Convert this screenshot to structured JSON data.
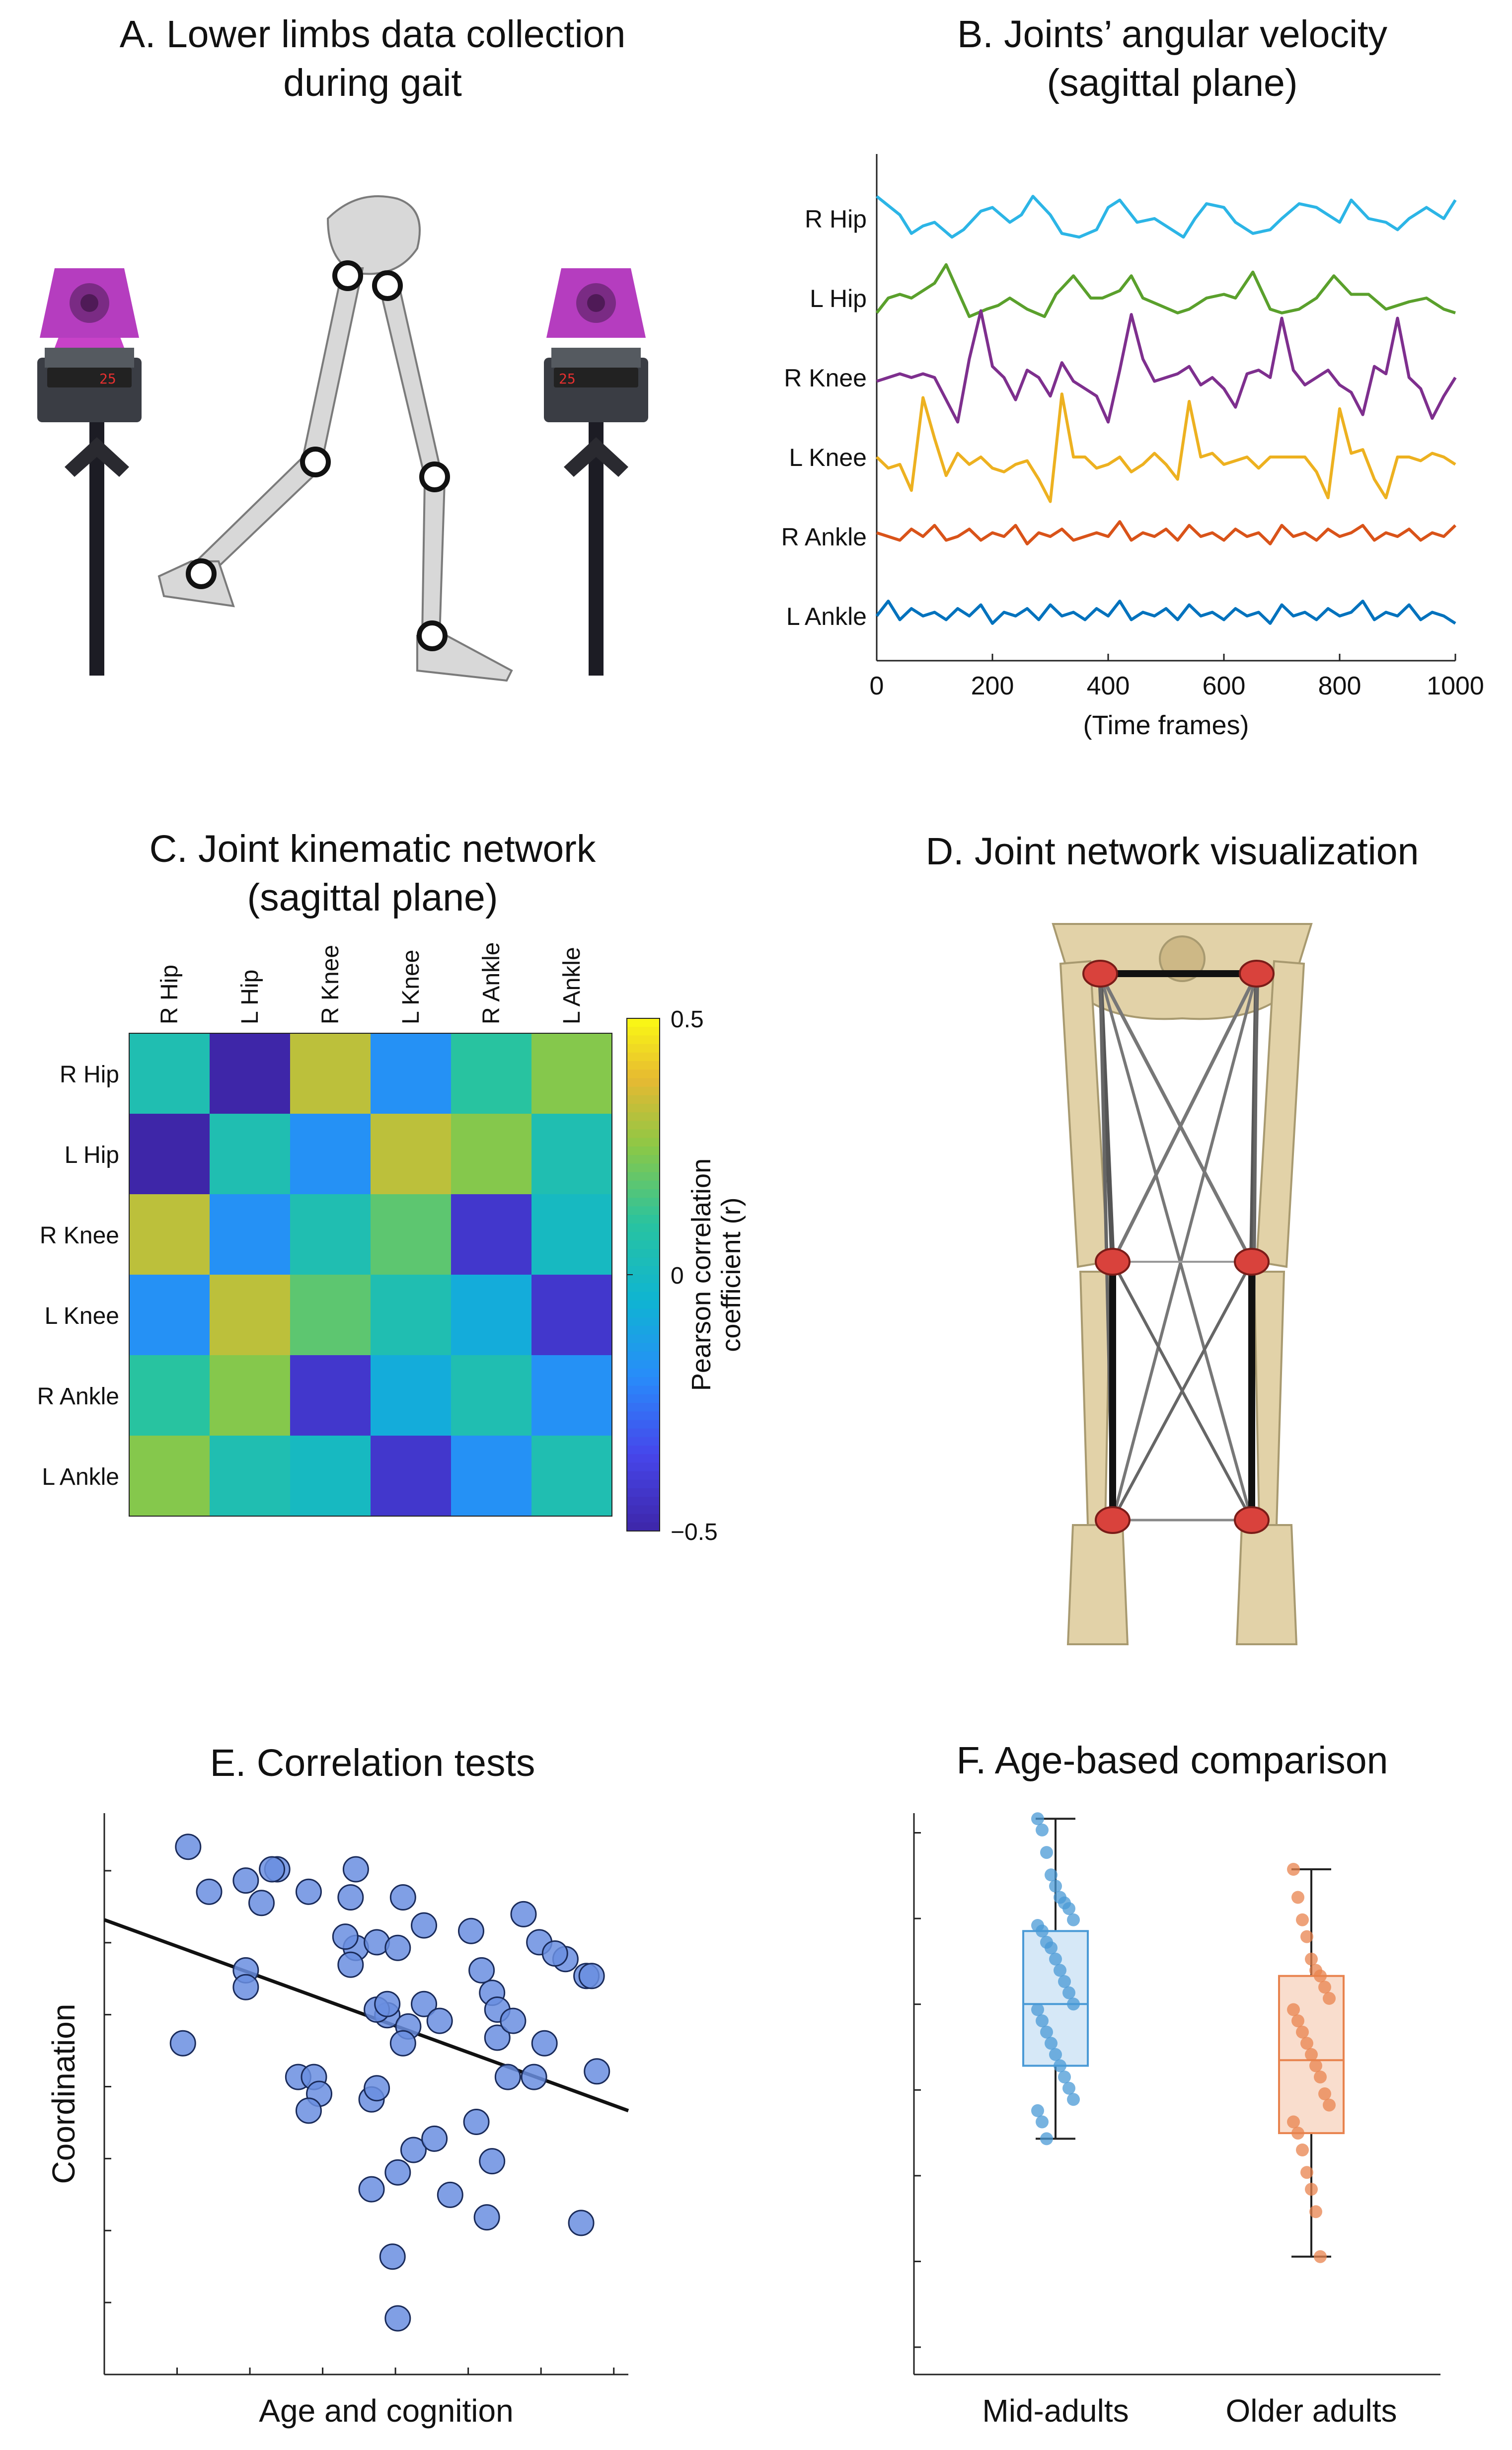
{
  "panels": {
    "a": {
      "title_line1": "A. Lower limbs data collection",
      "title_line2": "during gait",
      "camera_display": "25"
    },
    "b": {
      "title_line1": "B. Joints’ angular velocity",
      "title_line2": "(sagittal plane)"
    },
    "c": {
      "title_line1": "C. Joint kinematic network",
      "title_line2": "(sagittal plane)"
    },
    "d": {
      "title": "D. Joint network visualization"
    },
    "e": {
      "title": "E. Correlation tests"
    },
    "f": {
      "title": "F. Age-based comparison"
    }
  },
  "colors": {
    "r_hip": "#2cb5e6",
    "l_hip": "#5aa02c",
    "r_knee": "#7e2f8e",
    "l_knee": "#edb120",
    "r_ankle": "#d95319",
    "l_ankle": "#0072bd",
    "scatter_fill": "#6a8ee0",
    "mid_adults": "#4a9ad6",
    "older_adults": "#e8834e",
    "joint_node": "#d9423c",
    "bone": "#e2d2a8"
  },
  "chart_data": [
    {
      "id": "angular_velocity",
      "type": "line",
      "title": "B. Joints’ angular velocity (sagittal plane)",
      "xlabel": "(Time frames)",
      "xlim": [
        0,
        1000
      ],
      "xticks": [
        0,
        200,
        400,
        600,
        800,
        1000
      ],
      "series": [
        {
          "name": "R Hip",
          "color": "#2cb5e6",
          "x": [
            0,
            40,
            60,
            80,
            100,
            130,
            150,
            180,
            200,
            230,
            250,
            270,
            300,
            320,
            350,
            380,
            400,
            420,
            450,
            480,
            500,
            530,
            550,
            570,
            600,
            620,
            650,
            680,
            700,
            730,
            760,
            790,
            800,
            820,
            850,
            880,
            900,
            920,
            950,
            980,
            1000
          ],
          "y": [
            0.6,
            0.1,
            -0.4,
            -0.2,
            -0.1,
            -0.5,
            -0.3,
            0.2,
            0.3,
            -0.1,
            0.1,
            0.6,
            0.1,
            -0.4,
            -0.5,
            -0.3,
            0.3,
            0.5,
            -0.1,
            0.0,
            -0.2,
            -0.5,
            0.0,
            0.4,
            0.3,
            -0.1,
            -0.4,
            -0.3,
            0.0,
            0.4,
            0.3,
            0.0,
            -0.1,
            0.5,
            0.0,
            -0.1,
            -0.3,
            0.0,
            0.3,
            0.0,
            0.5
          ]
        },
        {
          "name": "L Hip",
          "color": "#5aa02c",
          "x": [
            0,
            20,
            40,
            60,
            80,
            100,
            120,
            140,
            160,
            190,
            210,
            230,
            260,
            290,
            310,
            340,
            370,
            390,
            420,
            440,
            460,
            490,
            520,
            540,
            570,
            600,
            620,
            650,
            680,
            700,
            730,
            760,
            790,
            820,
            850,
            880,
            920,
            950,
            980,
            1000
          ],
          "y": [
            -0.4,
            0.0,
            0.1,
            0.0,
            0.2,
            0.4,
            0.9,
            0.2,
            -0.5,
            -0.3,
            -0.2,
            0.0,
            -0.3,
            -0.5,
            0.1,
            0.6,
            0.0,
            0.0,
            0.2,
            0.6,
            0.0,
            -0.2,
            -0.4,
            -0.3,
            0.0,
            0.1,
            0.0,
            0.7,
            -0.3,
            -0.4,
            -0.3,
            0.0,
            0.6,
            0.1,
            0.1,
            -0.3,
            -0.1,
            0.0,
            -0.3,
            -0.4
          ]
        },
        {
          "name": "R Knee",
          "color": "#7e2f8e",
          "x": [
            0,
            20,
            40,
            60,
            80,
            100,
            120,
            140,
            160,
            180,
            200,
            220,
            240,
            260,
            280,
            300,
            320,
            340,
            360,
            380,
            400,
            420,
            440,
            460,
            480,
            500,
            520,
            540,
            560,
            580,
            600,
            620,
            640,
            660,
            680,
            700,
            720,
            740,
            760,
            780,
            800,
            820,
            840,
            860,
            880,
            900,
            920,
            940,
            960,
            980,
            1000
          ],
          "y": [
            -0.1,
            0.0,
            0.1,
            0.0,
            0.1,
            0.0,
            -0.6,
            -1.2,
            0.5,
            1.8,
            0.3,
            0.0,
            -0.6,
            0.2,
            0.0,
            -0.5,
            0.4,
            -0.1,
            -0.3,
            -0.5,
            -1.2,
            0.2,
            1.7,
            0.5,
            -0.1,
            0.0,
            0.1,
            0.3,
            -0.2,
            0.0,
            -0.3,
            -0.8,
            0.1,
            0.2,
            0.0,
            1.6,
            0.2,
            -0.2,
            0.0,
            0.2,
            -0.2,
            -0.4,
            -1.0,
            0.3,
            0.1,
            1.6,
            0.0,
            -0.3,
            -1.1,
            -0.5,
            0.0
          ]
        },
        {
          "name": "L Knee",
          "color": "#edb120",
          "x": [
            0,
            20,
            40,
            60,
            80,
            100,
            120,
            140,
            160,
            180,
            200,
            220,
            240,
            260,
            280,
            300,
            320,
            340,
            360,
            380,
            400,
            420,
            440,
            460,
            480,
            500,
            520,
            540,
            560,
            580,
            600,
            620,
            640,
            660,
            680,
            700,
            720,
            740,
            760,
            780,
            800,
            820,
            840,
            860,
            880,
            900,
            920,
            940,
            960,
            980,
            1000
          ],
          "y": [
            0.0,
            -0.3,
            -0.2,
            -0.9,
            1.6,
            0.5,
            -0.5,
            0.1,
            -0.2,
            0.0,
            -0.3,
            -0.4,
            -0.2,
            -0.1,
            -0.6,
            -1.2,
            1.7,
            0.0,
            0.0,
            -0.3,
            -0.2,
            0.0,
            -0.4,
            -0.2,
            0.1,
            -0.2,
            -0.6,
            1.5,
            0.0,
            0.1,
            -0.2,
            -0.1,
            0.0,
            -0.3,
            0.0,
            0.0,
            0.0,
            0.0,
            -0.4,
            -1.1,
            1.3,
            0.1,
            0.2,
            -0.6,
            -1.1,
            0.0,
            0.0,
            -0.1,
            0.1,
            0.0,
            -0.2
          ]
        },
        {
          "name": "R Ankle",
          "color": "#d95319",
          "x": [
            0,
            20,
            40,
            60,
            80,
            100,
            120,
            140,
            160,
            180,
            200,
            220,
            240,
            260,
            280,
            300,
            320,
            340,
            360,
            380,
            400,
            420,
            440,
            460,
            480,
            500,
            520,
            540,
            560,
            580,
            600,
            620,
            640,
            660,
            680,
            700,
            720,
            740,
            760,
            780,
            800,
            820,
            840,
            860,
            880,
            900,
            920,
            940,
            960,
            980,
            1000
          ],
          "y": [
            0.1,
            0.0,
            -0.1,
            0.2,
            0.0,
            0.3,
            -0.1,
            0.0,
            0.2,
            -0.1,
            0.1,
            0.0,
            0.3,
            -0.2,
            0.1,
            0.0,
            0.2,
            -0.1,
            0.0,
            0.1,
            0.0,
            0.4,
            -0.1,
            0.1,
            0.0,
            0.2,
            -0.1,
            0.3,
            0.0,
            0.1,
            -0.1,
            0.2,
            0.0,
            0.1,
            -0.2,
            0.3,
            0.0,
            0.1,
            -0.1,
            0.2,
            0.0,
            0.1,
            0.3,
            -0.1,
            0.1,
            0.0,
            0.2,
            -0.1,
            0.1,
            0.0,
            0.3
          ]
        },
        {
          "name": "L Ankle",
          "color": "#0072bd",
          "x": [
            0,
            20,
            40,
            60,
            80,
            100,
            120,
            140,
            160,
            180,
            200,
            220,
            240,
            260,
            280,
            300,
            320,
            340,
            360,
            380,
            400,
            420,
            440,
            460,
            480,
            500,
            520,
            540,
            560,
            580,
            600,
            620,
            640,
            660,
            680,
            700,
            720,
            740,
            760,
            780,
            800,
            820,
            840,
            860,
            880,
            900,
            920,
            940,
            960,
            980,
            1000
          ],
          "y": [
            0.0,
            0.4,
            -0.1,
            0.2,
            0.0,
            0.1,
            -0.1,
            0.2,
            0.0,
            0.3,
            -0.2,
            0.1,
            0.0,
            0.2,
            -0.1,
            0.3,
            0.0,
            0.1,
            -0.1,
            0.2,
            0.0,
            0.4,
            -0.1,
            0.1,
            0.0,
            0.2,
            -0.1,
            0.3,
            0.0,
            0.1,
            -0.1,
            0.2,
            0.0,
            0.1,
            -0.2,
            0.3,
            0.0,
            0.1,
            -0.1,
            0.2,
            0.0,
            0.1,
            0.4,
            -0.1,
            0.1,
            0.0,
            0.3,
            -0.1,
            0.1,
            0.0,
            -0.2
          ]
        }
      ]
    },
    {
      "id": "kinematic_network",
      "type": "heatmap",
      "title": "C. Joint kinematic network (sagittal plane)",
      "row_labels": [
        "R Hip",
        "L Hip",
        "R Knee",
        "L Knee",
        "R Ankle",
        "L Ankle"
      ],
      "col_labels": [
        "R Hip",
        "L Hip",
        "R Knee",
        "L Knee",
        "R Ankle",
        "L Ankle"
      ],
      "values": [
        [
          0.05,
          -0.5,
          0.32,
          -0.18,
          0.1,
          0.24
        ],
        [
          -0.5,
          0.05,
          -0.18,
          0.32,
          0.24,
          0.05
        ],
        [
          0.32,
          -0.18,
          0.05,
          0.18,
          -0.42,
          0.0
        ],
        [
          -0.18,
          0.32,
          0.18,
          0.05,
          -0.08,
          -0.42
        ],
        [
          0.1,
          0.24,
          -0.42,
          -0.08,
          0.05,
          -0.18
        ],
        [
          0.24,
          0.05,
          0.0,
          -0.42,
          -0.18,
          0.05
        ]
      ],
      "colorbar": {
        "label": "Pearson correlation coefficient (r)",
        "min": -0.5,
        "max": 0.5,
        "ticks": [
          0.5,
          0,
          -0.5
        ],
        "tick_labels": [
          "0.5",
          "0",
          "−0.5"
        ]
      }
    },
    {
      "id": "correlation_tests",
      "type": "scatter",
      "title": "E. Correlation tests",
      "xlabel": "Age and cognition",
      "ylabel": "Coordination",
      "xlim": [
        0,
        100
      ],
      "ylim": [
        0,
        100
      ],
      "points": [
        [
          16,
          94
        ],
        [
          20,
          86
        ],
        [
          15,
          59
        ],
        [
          27,
          88
        ],
        [
          33,
          90
        ],
        [
          32,
          90
        ],
        [
          30,
          84
        ],
        [
          27,
          72
        ],
        [
          27,
          69
        ],
        [
          39,
          86
        ],
        [
          47,
          85
        ],
        [
          48,
          76
        ],
        [
          48,
          90
        ],
        [
          46,
          78
        ],
        [
          47,
          73
        ],
        [
          52,
          77
        ],
        [
          57,
          85
        ],
        [
          56,
          76
        ],
        [
          61,
          80
        ],
        [
          54,
          64
        ],
        [
          52,
          65
        ],
        [
          54,
          66
        ],
        [
          58,
          62
        ],
        [
          57,
          59
        ],
        [
          61,
          66
        ],
        [
          64,
          63
        ],
        [
          37,
          53
        ],
        [
          40,
          53
        ],
        [
          41,
          50
        ],
        [
          39,
          47
        ],
        [
          51,
          49
        ],
        [
          52,
          51
        ],
        [
          59,
          40
        ],
        [
          51,
          33
        ],
        [
          56,
          36
        ],
        [
          63,
          42
        ],
        [
          66,
          32
        ],
        [
          74,
          38
        ],
        [
          71,
          45
        ],
        [
          77,
          53
        ],
        [
          74,
          68
        ],
        [
          72,
          72
        ],
        [
          70,
          79
        ],
        [
          80,
          82
        ],
        [
          83,
          77
        ],
        [
          75,
          60
        ],
        [
          75,
          65
        ],
        [
          78,
          63
        ],
        [
          84,
          59
        ],
        [
          82,
          53
        ],
        [
          92,
          71
        ],
        [
          88,
          74
        ],
        [
          86,
          75
        ],
        [
          93,
          71
        ],
        [
          94,
          54
        ],
        [
          91,
          27
        ],
        [
          55,
          21
        ],
        [
          56,
          10
        ],
        [
          73,
          28
        ]
      ],
      "fit_line": [
        [
          0,
          81
        ],
        [
          100,
          47
        ]
      ]
    },
    {
      "id": "age_comparison",
      "type": "box",
      "title": "F. Age-based comparison",
      "categories": [
        "Mid-adults",
        "Older adults"
      ],
      "ylim": [
        0,
        100
      ],
      "boxes": [
        {
          "name": "Mid-adults",
          "whisker_low": 42,
          "q1": 55,
          "median": 66,
          "q3": 79,
          "whisker_high": 99,
          "points": [
            99,
            97,
            93,
            89,
            87,
            85,
            84,
            83,
            81,
            80,
            79,
            77,
            76,
            74,
            72,
            70,
            68,
            66,
            65,
            63,
            61,
            59,
            57,
            55,
            53,
            51,
            49,
            47,
            45,
            42
          ]
        },
        {
          "name": "Older adults",
          "whisker_low": 21,
          "q1": 43,
          "median": 56,
          "q3": 71,
          "whisker_high": 90,
          "points": [
            90,
            85,
            81,
            78,
            74,
            72,
            71,
            69,
            67,
            65,
            63,
            61,
            59,
            57,
            55,
            53,
            50,
            48,
            45,
            43,
            40,
            36,
            33,
            29,
            21
          ]
        }
      ]
    }
  ]
}
